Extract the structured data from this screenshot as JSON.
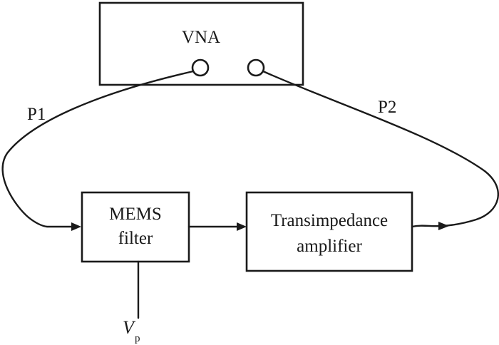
{
  "diagram": {
    "vna_label": "VNA",
    "p1_label": "P1",
    "p2_label": "P2",
    "mems_line1": "MEMS",
    "mems_line2": "filter",
    "tia_line1": "Transimpedance",
    "tia_line2": "amplifier",
    "vp_main": "V",
    "vp_sub": "p",
    "line_color": "#1a1a1a"
  }
}
